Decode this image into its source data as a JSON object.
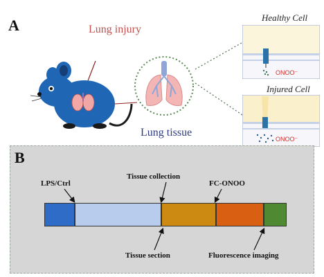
{
  "panel_a": {
    "letter": "A",
    "lung_injury_label": "Lung injury",
    "lung_tissue_label": "Lung tissue",
    "healthy_cell": {
      "title": "Healthy Cell",
      "probe_label": "ONOO⁻"
    },
    "injured_cell": {
      "title": "Injured Cell",
      "probe_label": "ONOO⁻"
    }
  },
  "panel_b": {
    "letter": "B",
    "timeline": {
      "segments": [
        {
          "color": "#2e6cc7"
        },
        {
          "color": "#b8ccee"
        },
        {
          "color": "#cc8a12"
        },
        {
          "color": "#d95f12"
        },
        {
          "color": "#4f8a32"
        }
      ],
      "labels": {
        "lps_ctrl": "LPS/Ctrl",
        "tissue_collection": "Tissue collection",
        "fc_onoo": "FC-ONOO",
        "tissue_section": "Tissue section",
        "fluorescence_imaging": "Fluorescence imaging"
      }
    }
  },
  "colors": {
    "mouse": "#1f67b4",
    "lung": "#f2a7a7",
    "dotted_circle": "#5b8a55"
  }
}
